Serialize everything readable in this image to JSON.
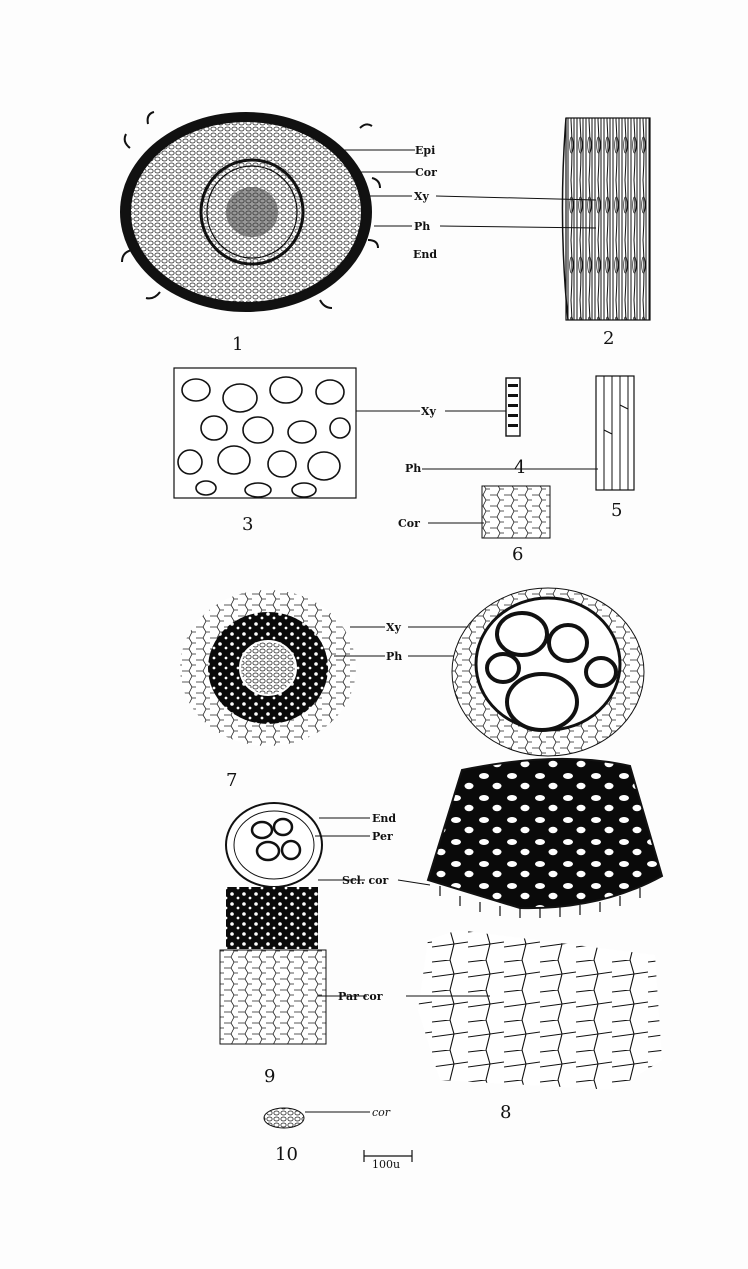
{
  "labels": {
    "epi": "Epi",
    "cor": "Cor",
    "xy": "Xy",
    "ph": "Ph",
    "end": "End",
    "per": "Per",
    "scl_cor": "Scl. cor",
    "par_cor": "Par cor",
    "cor_small": "cor"
  },
  "figure_numbers": [
    "1",
    "2",
    "3",
    "4",
    "5",
    "6",
    "7",
    "8",
    "9",
    "10"
  ],
  "scale_bar": "100u"
}
